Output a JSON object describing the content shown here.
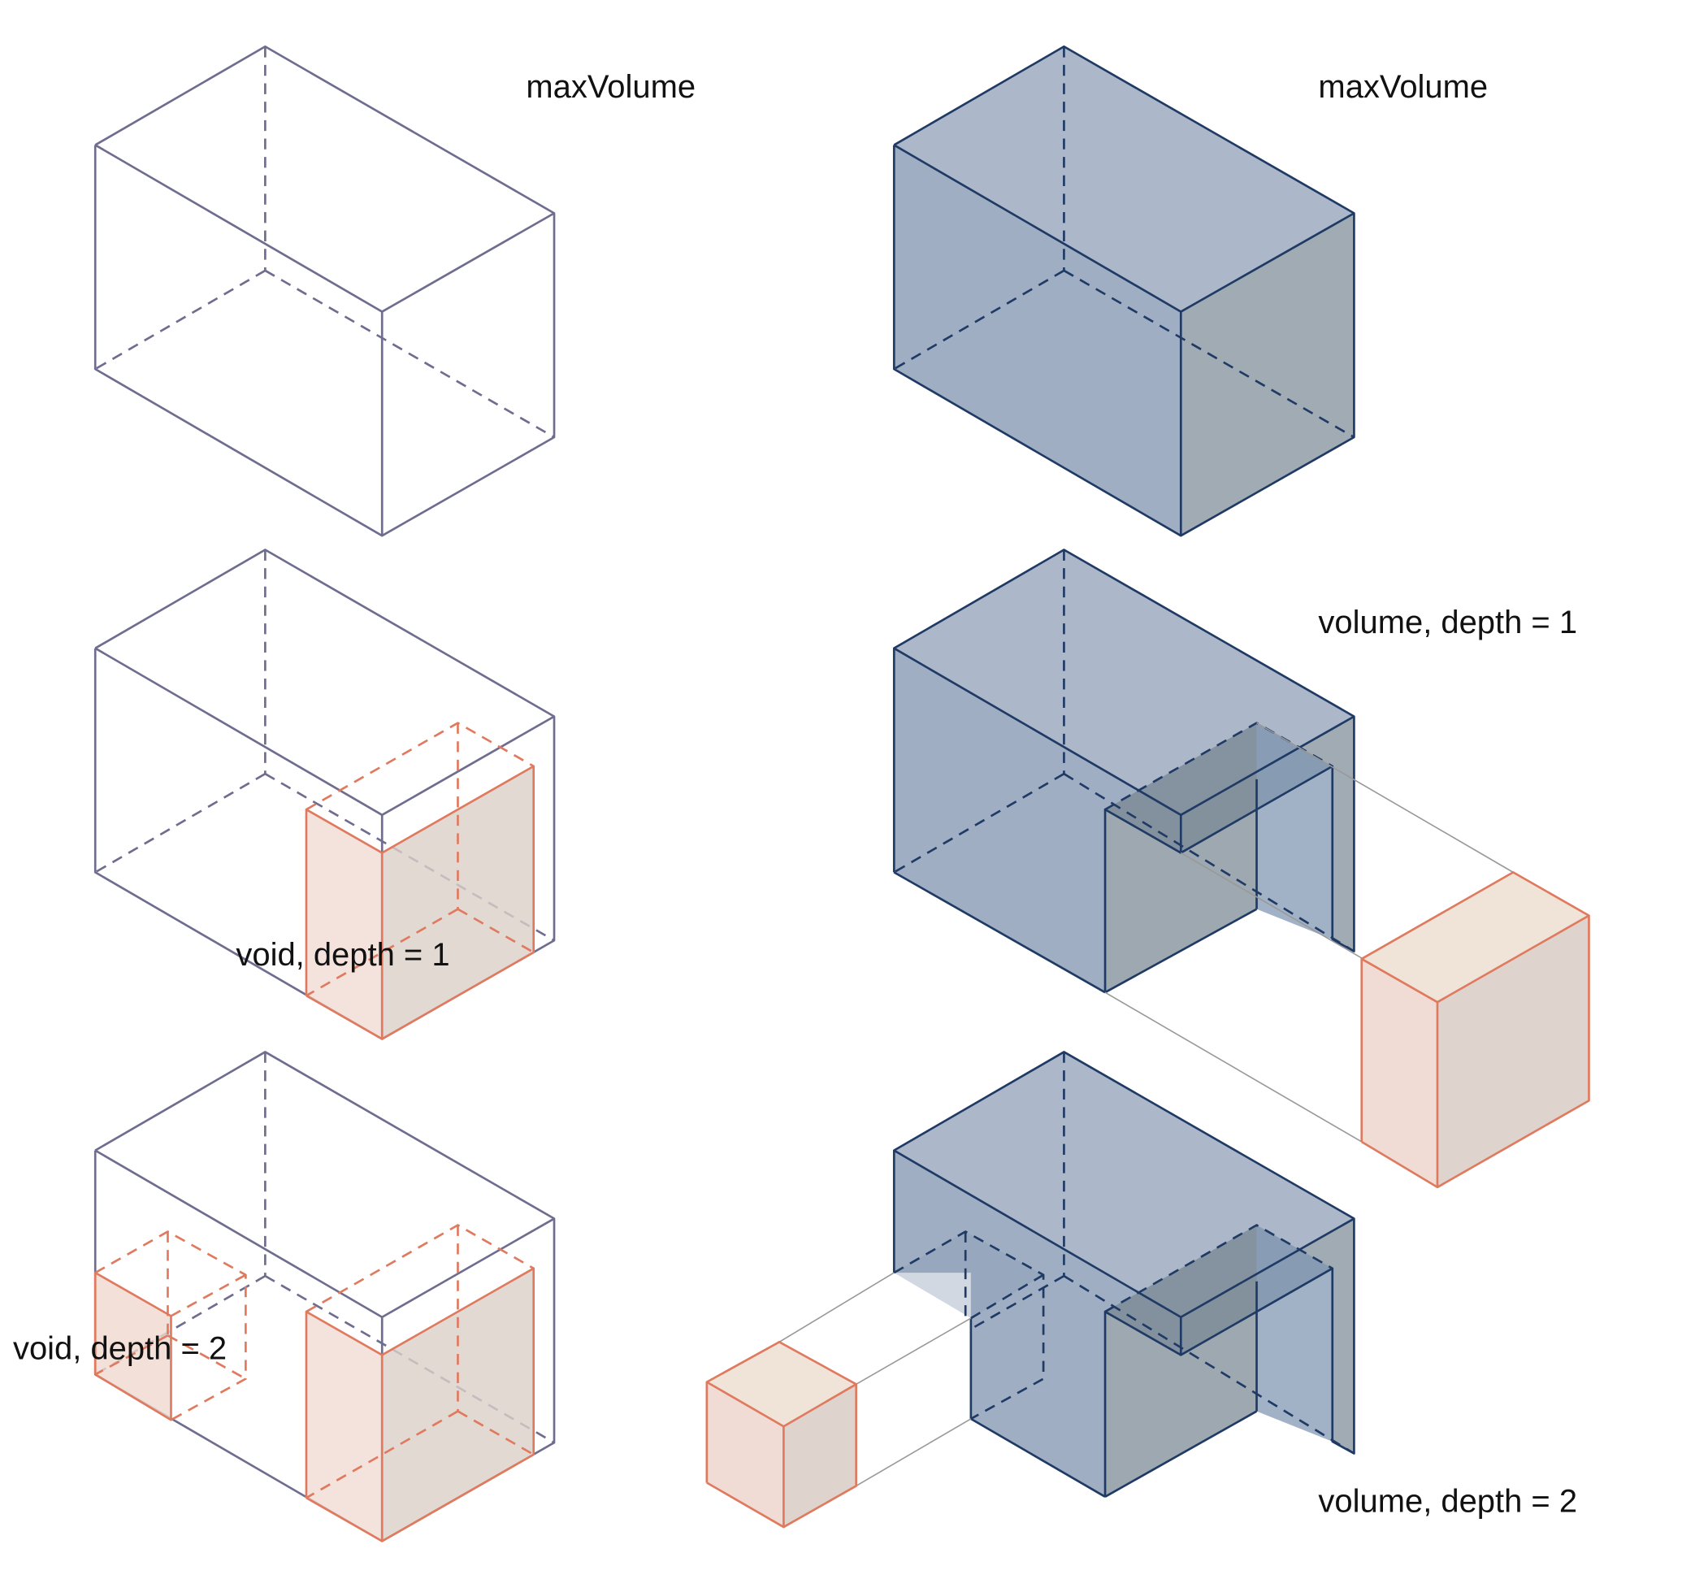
{
  "labels": {
    "left_top": "maxVolume",
    "right_top": "maxVolume",
    "left_mid": "void, depth = 1",
    "right_mid": "volume, depth = 1",
    "left_bottom": "void, depth = 2",
    "right_bottom": "volume, depth = 2"
  },
  "colors": {
    "outline": "#6f6d8f",
    "volume_fill": "#7f93ad",
    "volume_stroke": "#1f3a64",
    "void_stroke": "#e07a5f",
    "void_fill": "#f0d8d0",
    "void_top": "#efe2d6",
    "connector": "#999999"
  }
}
